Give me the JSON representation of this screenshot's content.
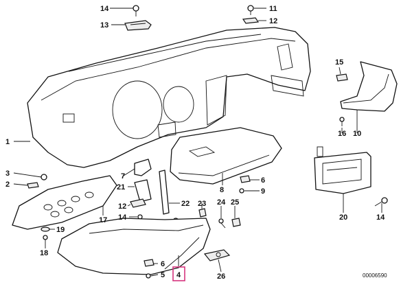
{
  "callouts": [
    {
      "id": "c1",
      "text": "1"
    },
    {
      "id": "c2",
      "text": "2"
    },
    {
      "id": "c3",
      "text": "3"
    },
    {
      "id": "c4",
      "text": "4",
      "highlighted": true,
      "highlight_color": "#d6337d"
    },
    {
      "id": "c5",
      "text": "5"
    },
    {
      "id": "c6a",
      "text": "6"
    },
    {
      "id": "c6b",
      "text": "6"
    },
    {
      "id": "c7",
      "text": "7"
    },
    {
      "id": "c8",
      "text": "8"
    },
    {
      "id": "c9",
      "text": "9"
    },
    {
      "id": "c10",
      "text": "10"
    },
    {
      "id": "c11",
      "text": "11"
    },
    {
      "id": "c12a",
      "text": "12"
    },
    {
      "id": "c12b",
      "text": "12"
    },
    {
      "id": "c13",
      "text": "13"
    },
    {
      "id": "c14a",
      "text": "14"
    },
    {
      "id": "c14b",
      "text": "14"
    },
    {
      "id": "c14c",
      "text": "14"
    },
    {
      "id": "c15",
      "text": "15"
    },
    {
      "id": "c16",
      "text": "16"
    },
    {
      "id": "c17",
      "text": "17"
    },
    {
      "id": "c18",
      "text": "18"
    },
    {
      "id": "c19",
      "text": "19"
    },
    {
      "id": "c20",
      "text": "20"
    },
    {
      "id": "c21",
      "text": "21"
    },
    {
      "id": "c22",
      "text": "22"
    },
    {
      "id": "c23",
      "text": "23"
    },
    {
      "id": "c24",
      "text": "24"
    },
    {
      "id": "c25",
      "text": "25"
    },
    {
      "id": "c26",
      "text": "26"
    }
  ],
  "diagram_number": "00006590",
  "colors": {
    "line": "#111111",
    "highlight": "#d6337d",
    "background": "#ffffff"
  }
}
